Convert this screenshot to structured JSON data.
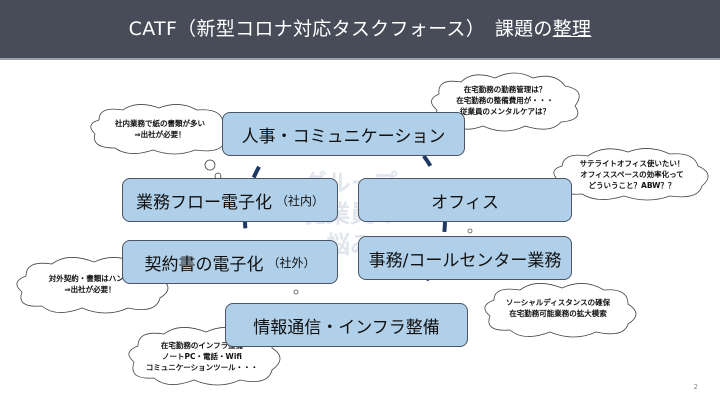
{
  "header": {
    "title_prefix": "CATF（新型コロナ対応タスクフォース）　課題の",
    "title_underlined": "整理"
  },
  "center_watermark": [
    "グループ",
    "従業員の",
    "悩み"
  ],
  "boxes": {
    "hr": "人事・コミュニケーション",
    "workflow": "業務フロー電子化",
    "workflow_note": "（社内）",
    "office": "オフィス",
    "contract": "契約書の電子化",
    "contract_note": "（社外）",
    "callcenter": "事務/コールセンター業務",
    "infra": "情報通信・インフラ整備"
  },
  "clouds": {
    "hr_concerns": [
      "在宅勤務の勤務管理は？",
      "在宅勤務の整備費用が・・・",
      "従業員のメンタルケアは？"
    ],
    "paper_work": [
      "社内業務で紙の書類が多い",
      "⇒出社が必要！"
    ],
    "satellite": [
      "サテライトオフィス使いたい！",
      "オフィススペースの効率化って",
      "どういうこと？ABW？？"
    ],
    "hanko": [
      "対外契約・書類はハンコ",
      "⇒出社が必要！"
    ],
    "distancing": [
      "ソーシャルディスタンスの確保",
      "在宅勤務可能業務の拡大模索"
    ],
    "infra_needs": [
      "在宅勤務のインフラ整備",
      "ノートPC・電話・Wifi",
      "コミュニケーションツール・・・"
    ]
  },
  "page_number": "2"
}
